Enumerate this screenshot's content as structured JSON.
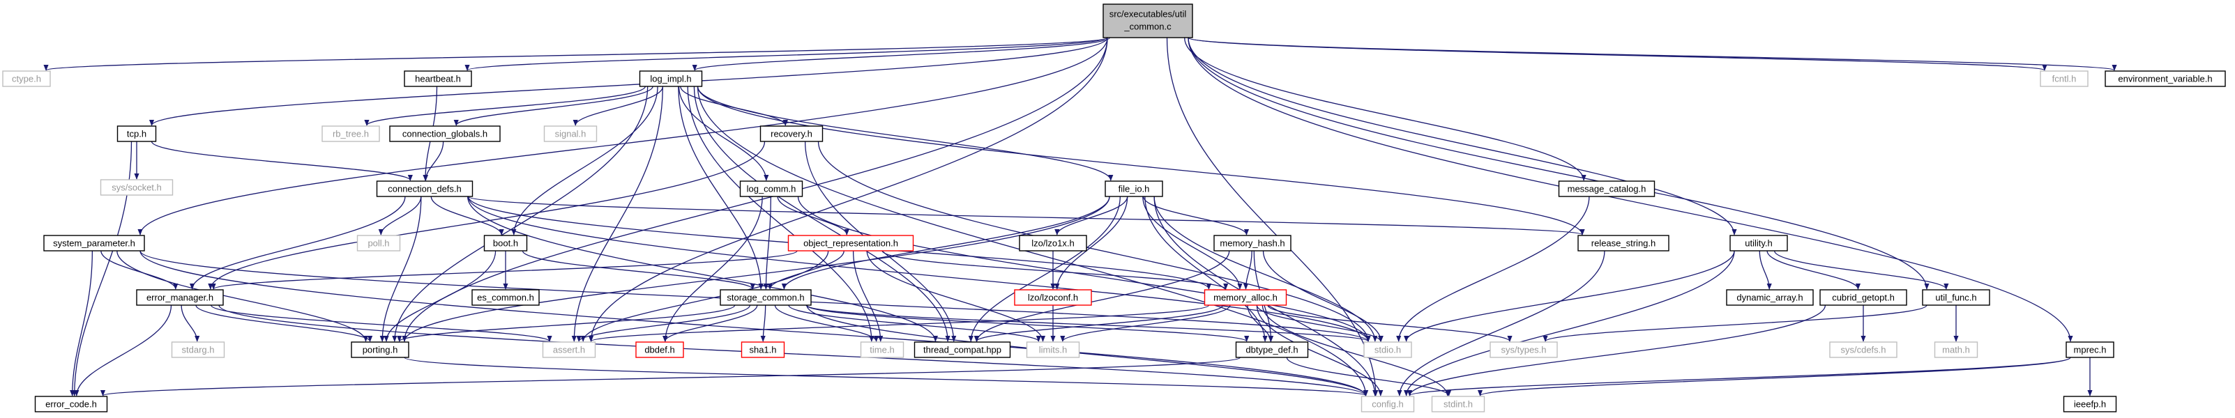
{
  "diagram": {
    "type": "include-dependency-graph",
    "colors": {
      "edge": "#191970",
      "root_fill": "#bfbfbf",
      "documented_border": "#000000",
      "undocumented_border": "#bfbfbf",
      "truncated_border": "#ff0000",
      "muted_text": "#999999",
      "text": "#000000"
    },
    "root_lines": [
      "src/executables/util",
      "_common.c"
    ],
    "nodes": [
      {
        "id": "ctype",
        "label": "ctype.h",
        "kind": "undocumented"
      },
      {
        "id": "heartbeat",
        "label": "heartbeat.h",
        "kind": "documented"
      },
      {
        "id": "log_impl",
        "label": "log_impl.h",
        "kind": "documented"
      },
      {
        "id": "fcntl",
        "label": "fcntl.h",
        "kind": "undocumented"
      },
      {
        "id": "env_var",
        "label": "environment_variable.h",
        "kind": "documented"
      },
      {
        "id": "tcp",
        "label": "tcp.h",
        "kind": "documented"
      },
      {
        "id": "rb_tree",
        "label": "rb_tree.h",
        "kind": "undocumented"
      },
      {
        "id": "conn_globals",
        "label": "connection_globals.h",
        "kind": "documented"
      },
      {
        "id": "signal",
        "label": "signal.h",
        "kind": "undocumented"
      },
      {
        "id": "recovery",
        "label": "recovery.h",
        "kind": "documented"
      },
      {
        "id": "sys_socket",
        "label": "sys/socket.h",
        "kind": "undocumented"
      },
      {
        "id": "conn_defs",
        "label": "connection_defs.h",
        "kind": "documented"
      },
      {
        "id": "log_comm",
        "label": "log_comm.h",
        "kind": "documented"
      },
      {
        "id": "file_io",
        "label": "file_io.h",
        "kind": "documented"
      },
      {
        "id": "msg_catalog",
        "label": "message_catalog.h",
        "kind": "documented"
      },
      {
        "id": "sys_param",
        "label": "system_parameter.h",
        "kind": "documented"
      },
      {
        "id": "poll",
        "label": "poll.h",
        "kind": "undocumented"
      },
      {
        "id": "boot",
        "label": "boot.h",
        "kind": "documented"
      },
      {
        "id": "obj_repr",
        "label": "object_representation.h",
        "kind": "truncated"
      },
      {
        "id": "lzo1x",
        "label": "lzo/lzo1x.h",
        "kind": "documented"
      },
      {
        "id": "mem_hash",
        "label": "memory_hash.h",
        "kind": "documented"
      },
      {
        "id": "release_string",
        "label": "release_string.h",
        "kind": "documented"
      },
      {
        "id": "utility",
        "label": "utility.h",
        "kind": "documented"
      },
      {
        "id": "error_manager",
        "label": "error_manager.h",
        "kind": "documented"
      },
      {
        "id": "es_common",
        "label": "es_common.h",
        "kind": "documented"
      },
      {
        "id": "storage_common",
        "label": "storage_common.h",
        "kind": "documented"
      },
      {
        "id": "lzoconf",
        "label": "lzo/lzoconf.h",
        "kind": "truncated"
      },
      {
        "id": "memory_alloc",
        "label": "memory_alloc.h",
        "kind": "truncated"
      },
      {
        "id": "dynamic_array",
        "label": "dynamic_array.h",
        "kind": "documented"
      },
      {
        "id": "cubrid_getopt",
        "label": "cubrid_getopt.h",
        "kind": "documented"
      },
      {
        "id": "util_func",
        "label": "util_func.h",
        "kind": "documented"
      },
      {
        "id": "stdarg",
        "label": "stdarg.h",
        "kind": "undocumented"
      },
      {
        "id": "porting",
        "label": "porting.h",
        "kind": "documented"
      },
      {
        "id": "assert",
        "label": "assert.h",
        "kind": "undocumented"
      },
      {
        "id": "dbdef",
        "label": "dbdef.h",
        "kind": "truncated"
      },
      {
        "id": "sha1",
        "label": "sha1.h",
        "kind": "truncated"
      },
      {
        "id": "time",
        "label": "time.h",
        "kind": "undocumented"
      },
      {
        "id": "thread_compat",
        "label": "thread_compat.hpp",
        "kind": "documented"
      },
      {
        "id": "limits",
        "label": "limits.h",
        "kind": "undocumented"
      },
      {
        "id": "dbtype_def",
        "label": "dbtype_def.h",
        "kind": "documented"
      },
      {
        "id": "stdio",
        "label": "stdio.h",
        "kind": "undocumented"
      },
      {
        "id": "sys_types",
        "label": "sys/types.h",
        "kind": "undocumented"
      },
      {
        "id": "sys_cdefs",
        "label": "sys/cdefs.h",
        "kind": "undocumented"
      },
      {
        "id": "math",
        "label": "math.h",
        "kind": "undocumented"
      },
      {
        "id": "mprec",
        "label": "mprec.h",
        "kind": "documented"
      },
      {
        "id": "error_code",
        "label": "error_code.h",
        "kind": "documented"
      },
      {
        "id": "config",
        "label": "config.h",
        "kind": "undocumented"
      },
      {
        "id": "stdint",
        "label": "stdint.h",
        "kind": "undocumented"
      },
      {
        "id": "ieeefp",
        "label": "ieeefp.h",
        "kind": "documented"
      }
    ],
    "edges": [
      [
        "root",
        "ctype"
      ],
      [
        "root",
        "heartbeat"
      ],
      [
        "root",
        "log_impl"
      ],
      [
        "root",
        "fcntl"
      ],
      [
        "root",
        "env_var"
      ],
      [
        "root",
        "tcp"
      ],
      [
        "root",
        "sys_param"
      ],
      [
        "root",
        "msg_catalog"
      ],
      [
        "root",
        "utility"
      ],
      [
        "root",
        "util_func"
      ],
      [
        "root",
        "mprec"
      ],
      [
        "root",
        "porting"
      ],
      [
        "root",
        "assert"
      ],
      [
        "root",
        "config"
      ],
      [
        "heartbeat",
        "conn_defs"
      ],
      [
        "log_impl",
        "rb_tree"
      ],
      [
        "log_impl",
        "conn_globals"
      ],
      [
        "log_impl",
        "signal"
      ],
      [
        "log_impl",
        "recovery"
      ],
      [
        "log_impl",
        "log_comm"
      ],
      [
        "log_impl",
        "file_io"
      ],
      [
        "log_impl",
        "boot"
      ],
      [
        "log_impl",
        "storage_common"
      ],
      [
        "log_impl",
        "thread_compat"
      ],
      [
        "log_impl",
        "assert"
      ],
      [
        "log_impl",
        "porting"
      ],
      [
        "log_impl",
        "release_string"
      ],
      [
        "log_impl",
        "config"
      ],
      [
        "log_impl",
        "time"
      ],
      [
        "tcp",
        "sys_socket"
      ],
      [
        "tcp",
        "conn_defs"
      ],
      [
        "tcp",
        "error_code"
      ],
      [
        "conn_globals",
        "conn_defs"
      ],
      [
        "recovery",
        "error_manager"
      ],
      [
        "recovery",
        "thread_compat"
      ],
      [
        "recovery",
        "stdio"
      ],
      [
        "conn_defs",
        "poll"
      ],
      [
        "conn_defs",
        "boot"
      ],
      [
        "conn_defs",
        "error_manager"
      ],
      [
        "conn_defs",
        "porting"
      ],
      [
        "conn_defs",
        "memory_alloc"
      ],
      [
        "conn_defs",
        "stdio"
      ],
      [
        "conn_defs",
        "release_string"
      ],
      [
        "conn_defs",
        "thread_compat"
      ],
      [
        "log_comm",
        "obj_repr"
      ],
      [
        "log_comm",
        "storage_common"
      ],
      [
        "log_comm",
        "dbdef"
      ],
      [
        "log_comm",
        "stdio"
      ],
      [
        "file_io",
        "porting"
      ],
      [
        "file_io",
        "storage_common"
      ],
      [
        "file_io",
        "lzo1x"
      ],
      [
        "file_io",
        "lzoconf"
      ],
      [
        "file_io",
        "mem_hash"
      ],
      [
        "file_io",
        "thread_compat"
      ],
      [
        "file_io",
        "dbtype_def"
      ],
      [
        "file_io",
        "stdio"
      ],
      [
        "file_io",
        "memory_alloc"
      ],
      [
        "file_io",
        "config"
      ],
      [
        "msg_catalog",
        "stdio"
      ],
      [
        "sys_param",
        "error_manager"
      ],
      [
        "sys_param",
        "error_code"
      ],
      [
        "sys_param",
        "porting"
      ],
      [
        "sys_param",
        "config"
      ],
      [
        "sys_param",
        "stdio"
      ],
      [
        "boot",
        "es_common"
      ],
      [
        "boot",
        "porting"
      ],
      [
        "boot",
        "storage_common"
      ],
      [
        "obj_repr",
        "error_manager"
      ],
      [
        "obj_repr",
        "storage_common"
      ],
      [
        "obj_repr",
        "memory_alloc"
      ],
      [
        "obj_repr",
        "assert"
      ],
      [
        "obj_repr",
        "time"
      ],
      [
        "obj_repr",
        "limits"
      ],
      [
        "lzo1x",
        "lzoconf"
      ],
      [
        "lzoconf",
        "limits"
      ],
      [
        "mem_hash",
        "memory_alloc"
      ],
      [
        "mem_hash",
        "thread_compat"
      ],
      [
        "mem_hash",
        "dbtype_def"
      ],
      [
        "mem_hash",
        "stdio"
      ],
      [
        "release_string",
        "config"
      ],
      [
        "utility",
        "dynamic_array"
      ],
      [
        "utility",
        "cubrid_getopt"
      ],
      [
        "utility",
        "util_func"
      ],
      [
        "utility",
        "stdio"
      ],
      [
        "utility",
        "config"
      ],
      [
        "error_manager",
        "stdarg"
      ],
      [
        "error_manager",
        "porting"
      ],
      [
        "error_manager",
        "error_code"
      ],
      [
        "error_manager",
        "config"
      ],
      [
        "error_manager",
        "assert"
      ],
      [
        "storage_common",
        "porting"
      ],
      [
        "storage_common",
        "assert"
      ],
      [
        "storage_common",
        "dbdef"
      ],
      [
        "storage_common",
        "sha1"
      ],
      [
        "storage_common",
        "time"
      ],
      [
        "storage_common",
        "limits"
      ],
      [
        "storage_common",
        "dbtype_def"
      ],
      [
        "storage_common",
        "stdio"
      ],
      [
        "storage_common",
        "config"
      ],
      [
        "memory_alloc",
        "thread_compat"
      ],
      [
        "memory_alloc",
        "dbtype_def"
      ],
      [
        "memory_alloc",
        "assert"
      ],
      [
        "memory_alloc",
        "limits"
      ],
      [
        "memory_alloc",
        "stdio"
      ],
      [
        "memory_alloc",
        "sys_types"
      ],
      [
        "memory_alloc",
        "config"
      ],
      [
        "memory_alloc",
        "stdint"
      ],
      [
        "cubrid_getopt",
        "sys_cdefs"
      ],
      [
        "cubrid_getopt",
        "config"
      ],
      [
        "util_func",
        "math"
      ],
      [
        "util_func",
        "sys_types"
      ],
      [
        "porting",
        "config"
      ],
      [
        "dbtype_def",
        "error_code"
      ],
      [
        "dbtype_def",
        "stdint"
      ],
      [
        "mprec",
        "ieeefp"
      ],
      [
        "mprec",
        "config"
      ],
      [
        "mprec",
        "stdint"
      ]
    ]
  }
}
